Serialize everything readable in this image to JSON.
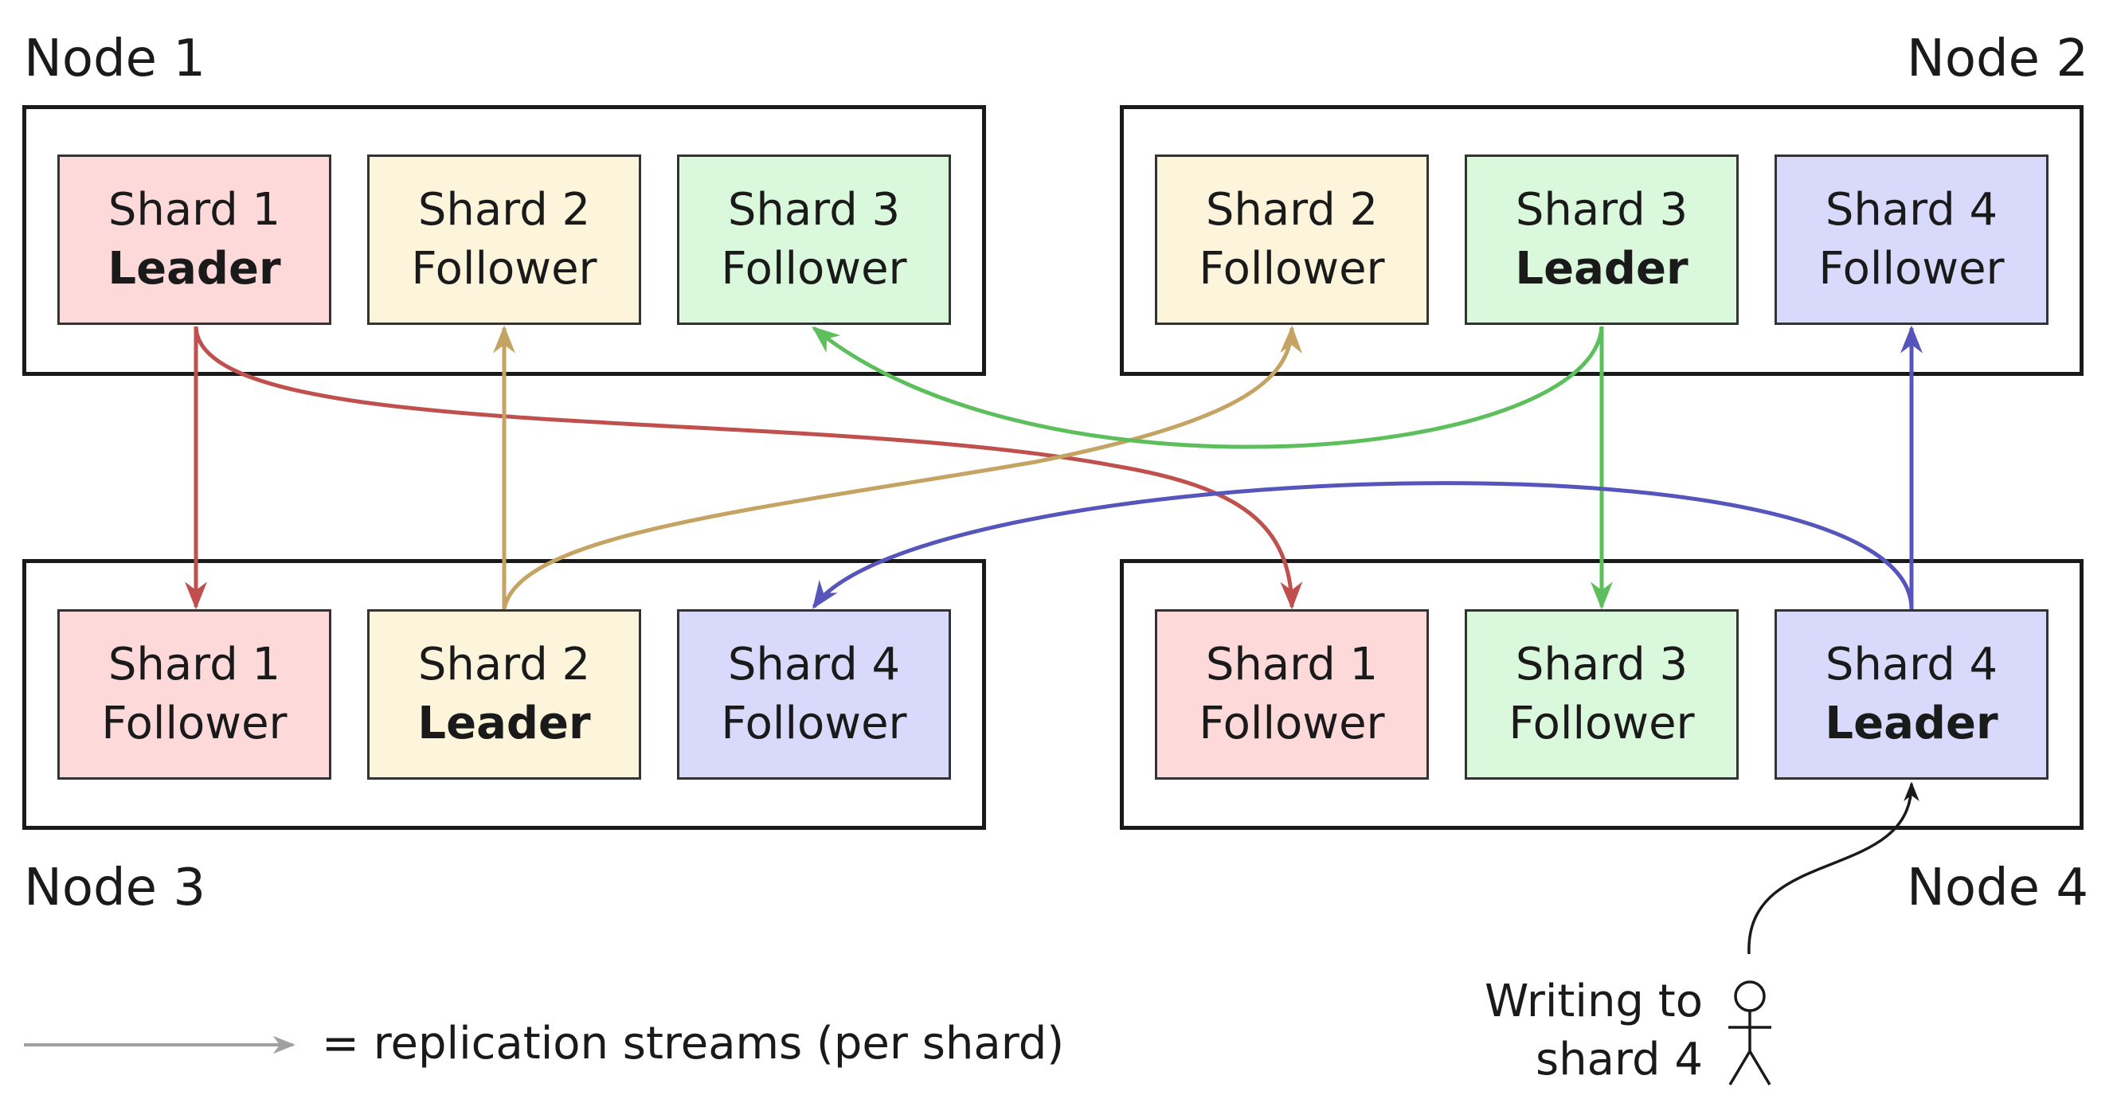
{
  "colors": {
    "shard1": "#c0504d",
    "shard2": "#c4a363",
    "shard3": "#5cbf5c",
    "shard4": "#5555bb",
    "legend": "#a0a0a0",
    "ink": "#1a1a1a"
  },
  "nodes": [
    {
      "label": "Node 1",
      "shards": [
        {
          "name": "Shard 1",
          "role": "Leader",
          "leader": true
        },
        {
          "name": "Shard 2",
          "role": "Follower",
          "leader": false
        },
        {
          "name": "Shard 3",
          "role": "Follower",
          "leader": false
        }
      ]
    },
    {
      "label": "Node 2",
      "shards": [
        {
          "name": "Shard 2",
          "role": "Follower",
          "leader": false
        },
        {
          "name": "Shard 3",
          "role": "Leader",
          "leader": true
        },
        {
          "name": "Shard 4",
          "role": "Follower",
          "leader": false
        }
      ]
    },
    {
      "label": "Node 3",
      "shards": [
        {
          "name": "Shard 1",
          "role": "Follower",
          "leader": false
        },
        {
          "name": "Shard 2",
          "role": "Leader",
          "leader": true
        },
        {
          "name": "Shard 4",
          "role": "Follower",
          "leader": false
        }
      ]
    },
    {
      "label": "Node 4",
      "shards": [
        {
          "name": "Shard 1",
          "role": "Follower",
          "leader": false
        },
        {
          "name": "Shard 3",
          "role": "Follower",
          "leader": false
        },
        {
          "name": "Shard 4",
          "role": "Leader",
          "leader": true
        }
      ]
    }
  ],
  "legend": {
    "text": "= replication streams (per shard)"
  },
  "writer": {
    "line1": "Writing to",
    "line2": "shard 4"
  }
}
